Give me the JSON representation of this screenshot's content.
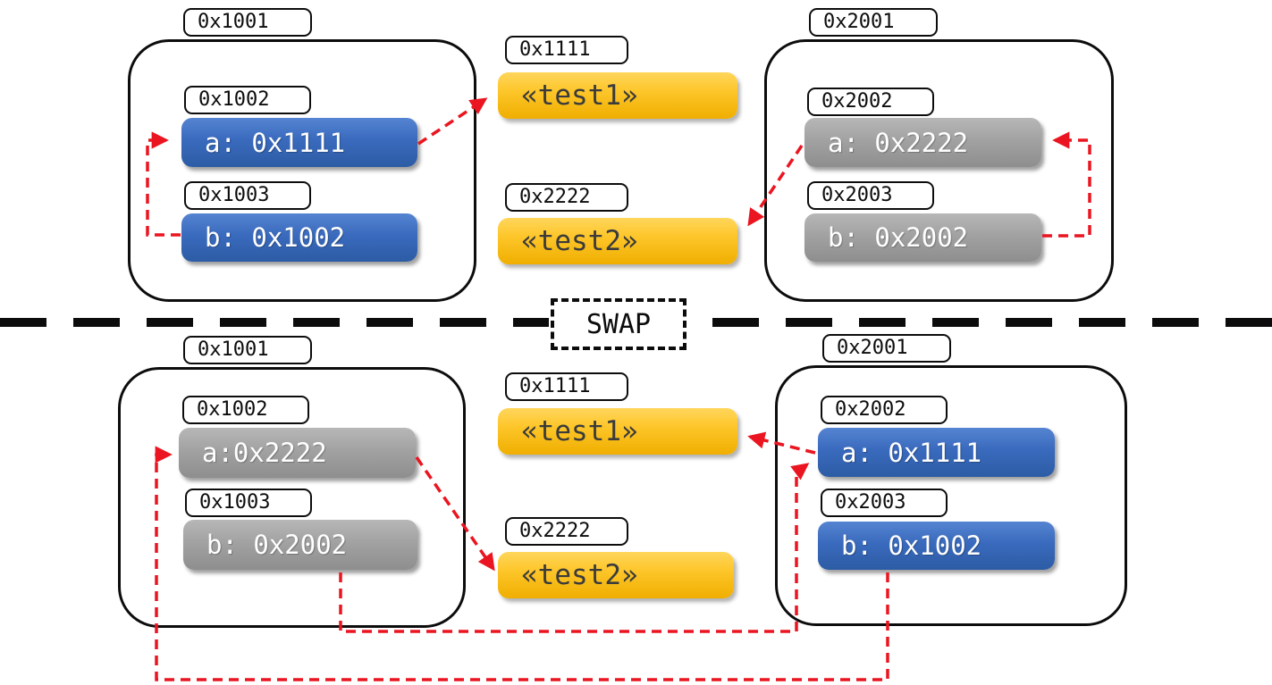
{
  "divider": {
    "label": "SWAP"
  },
  "colors": {
    "pointer_red": "#ea1520",
    "var_blue": "#3a6abd",
    "var_gray": "#a2a2a2",
    "string_yellow": "#fdc62a",
    "outline_black": "#0c0c0c"
  },
  "top": {
    "left_frame": {
      "frame_address": "0x1001",
      "slots": [
        {
          "address": "0x1002",
          "value": "a: 0x1111"
        },
        {
          "address": "0x1003",
          "value": "b: 0x1002"
        }
      ]
    },
    "strings": [
      {
        "address": "0x1111",
        "value": "«test1»"
      },
      {
        "address": "0x2222",
        "value": "«test2»"
      }
    ],
    "right_frame": {
      "frame_address": "0x2001",
      "slots": [
        {
          "address": "0x2002",
          "value": "a: 0x2222"
        },
        {
          "address": "0x2003",
          "value": "b: 0x2002"
        }
      ]
    }
  },
  "bottom": {
    "left_frame": {
      "frame_address": "0x1001",
      "slots": [
        {
          "address": "0x1002",
          "value": "a:0x2222"
        },
        {
          "address": "0x1003",
          "value": "b: 0x2002"
        }
      ]
    },
    "strings": [
      {
        "address": "0x1111",
        "value": "«test1»"
      },
      {
        "address": "0x2222",
        "value": "«test2»"
      }
    ],
    "right_frame": {
      "frame_address": "0x2001",
      "slots": [
        {
          "address": "0x2002",
          "value": "a: 0x1111"
        },
        {
          "address": "0x2003",
          "value": "b: 0x1002"
        }
      ]
    }
  }
}
